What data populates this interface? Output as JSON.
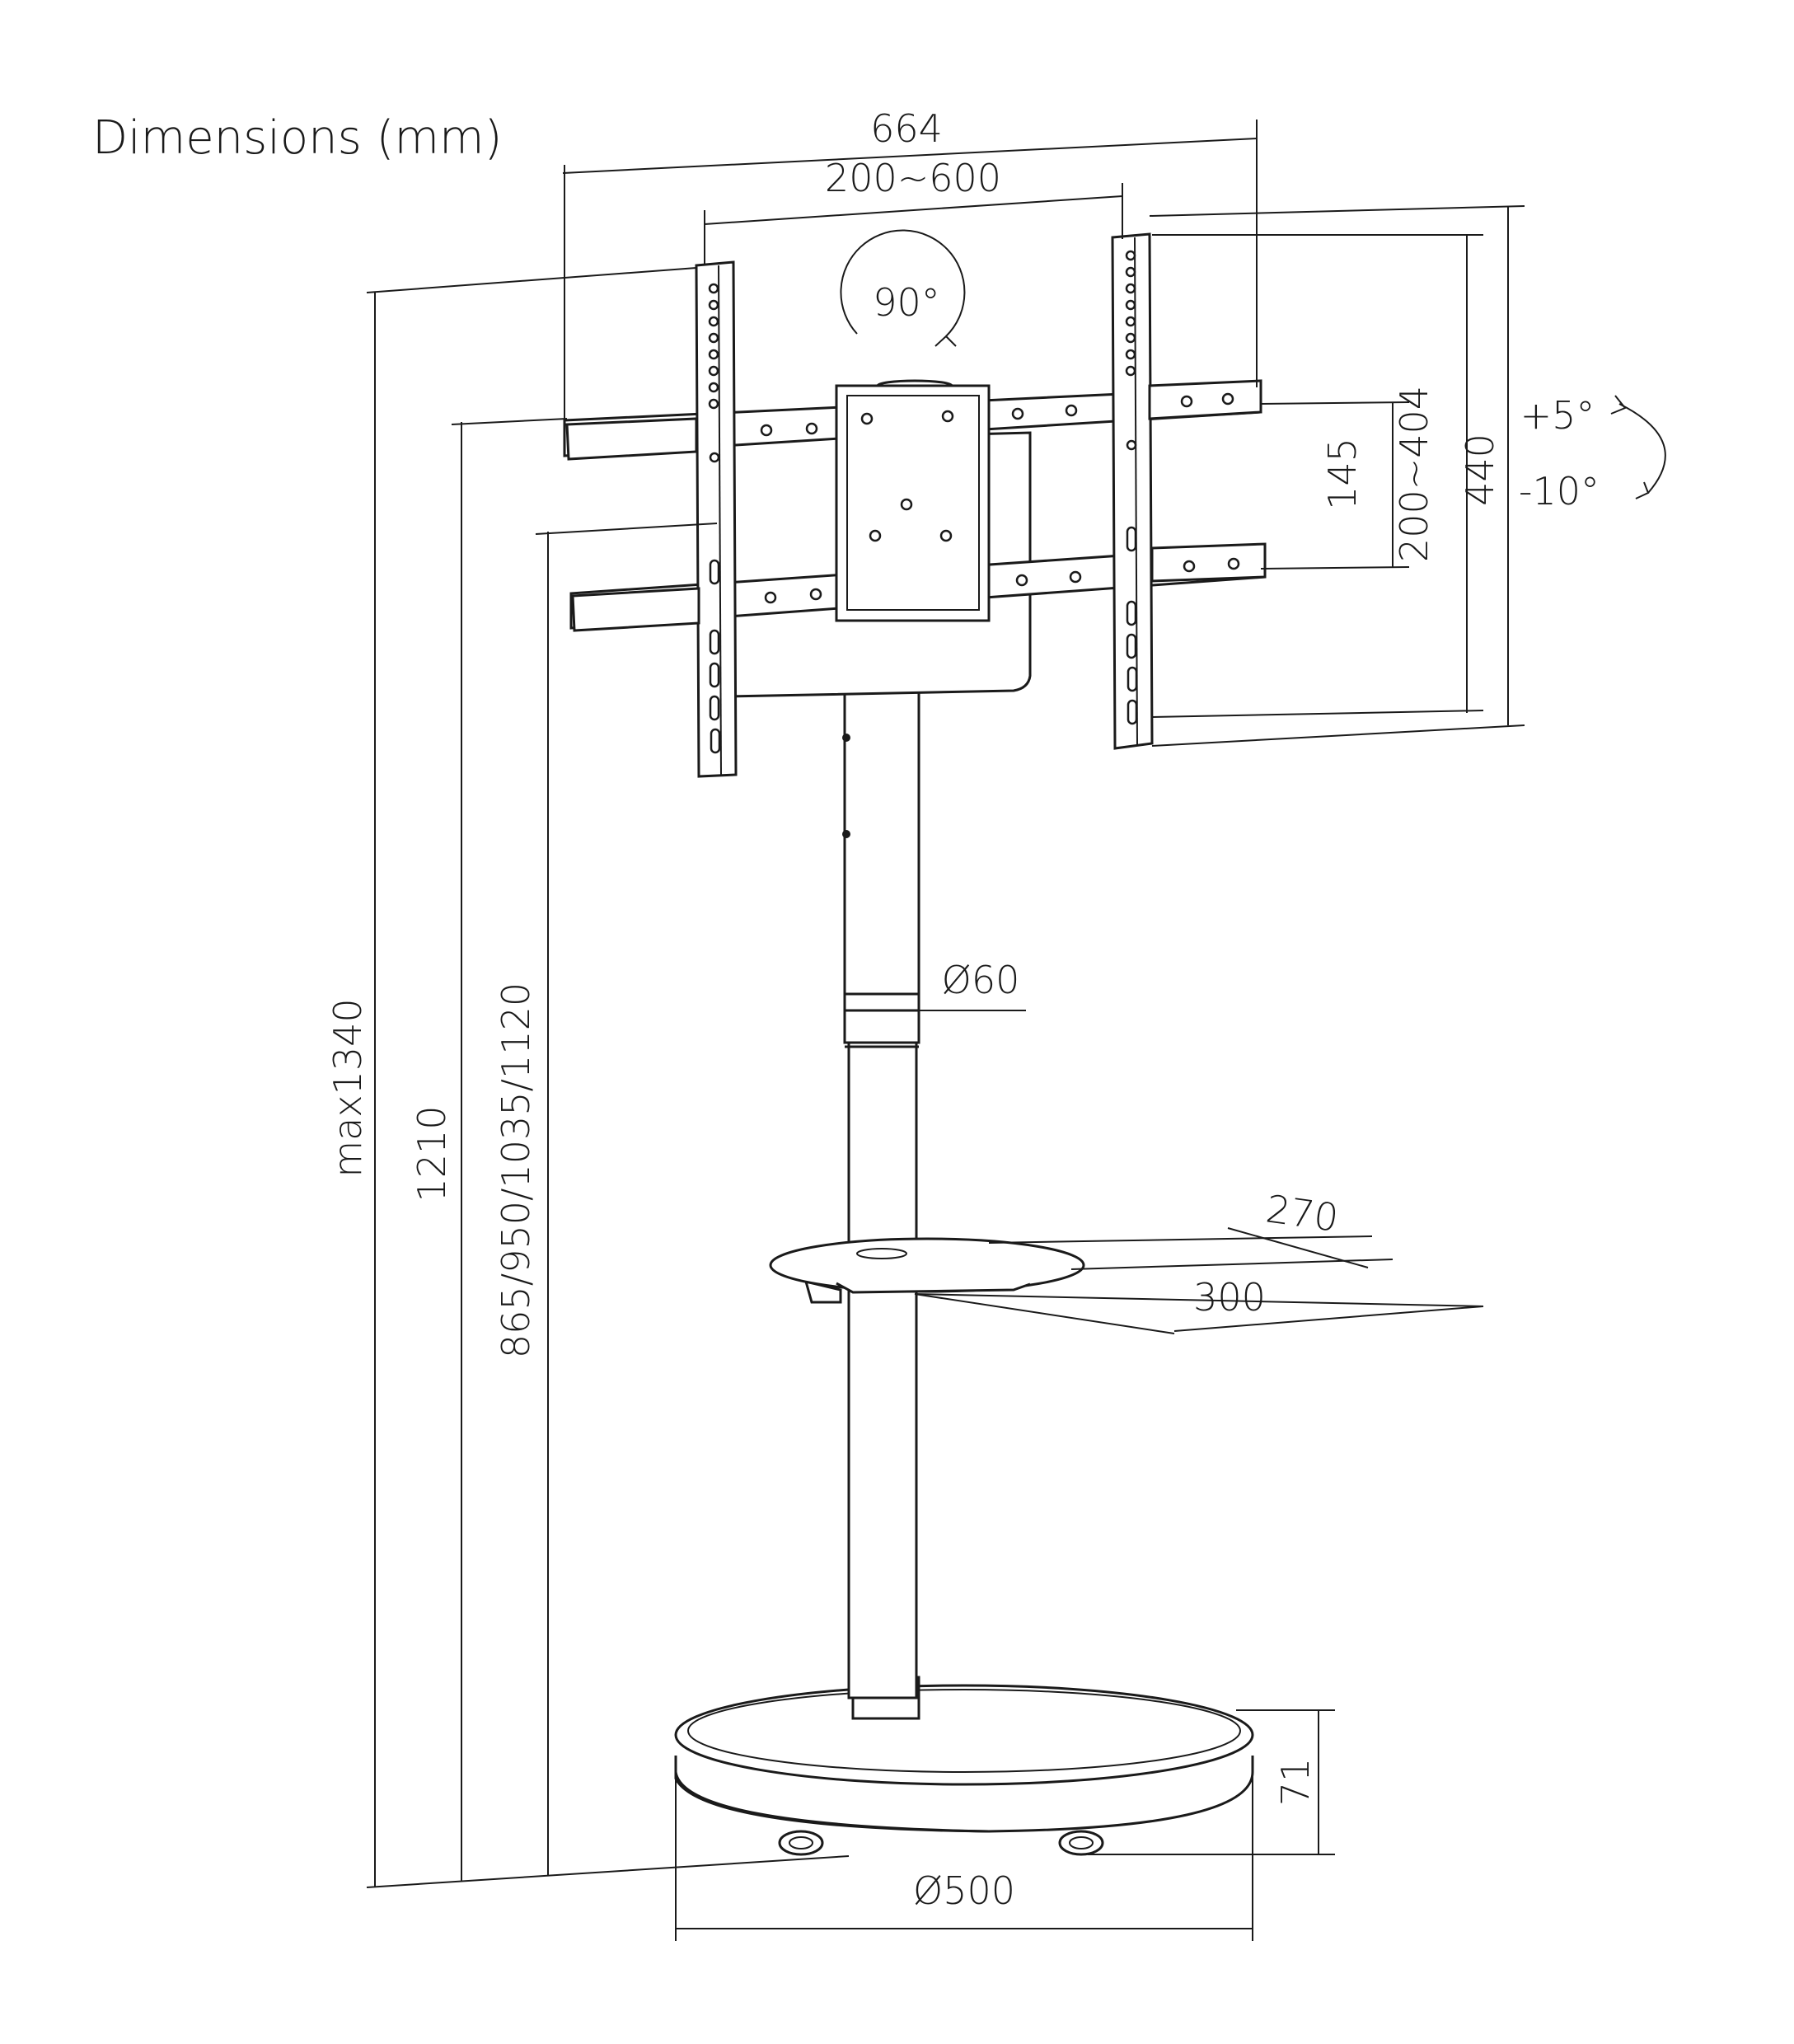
{
  "title": "Dimensions (mm)",
  "dimensions": {
    "overall_width": "664",
    "vesa_horizontal": "200~600",
    "rotation": "90°",
    "tilt_up": "+5°",
    "tilt_down": "-10°",
    "arm_spacing": "145",
    "vesa_vertical": "200~404",
    "bracket_height": "440",
    "max_height": "max1340",
    "height_1210": "1210",
    "height_options": "865/950/1035/1120",
    "pole_diameter": "Ø60",
    "shelf_depth": "270",
    "shelf_width": "300",
    "base_height": "71",
    "base_diameter": "Ø500"
  }
}
